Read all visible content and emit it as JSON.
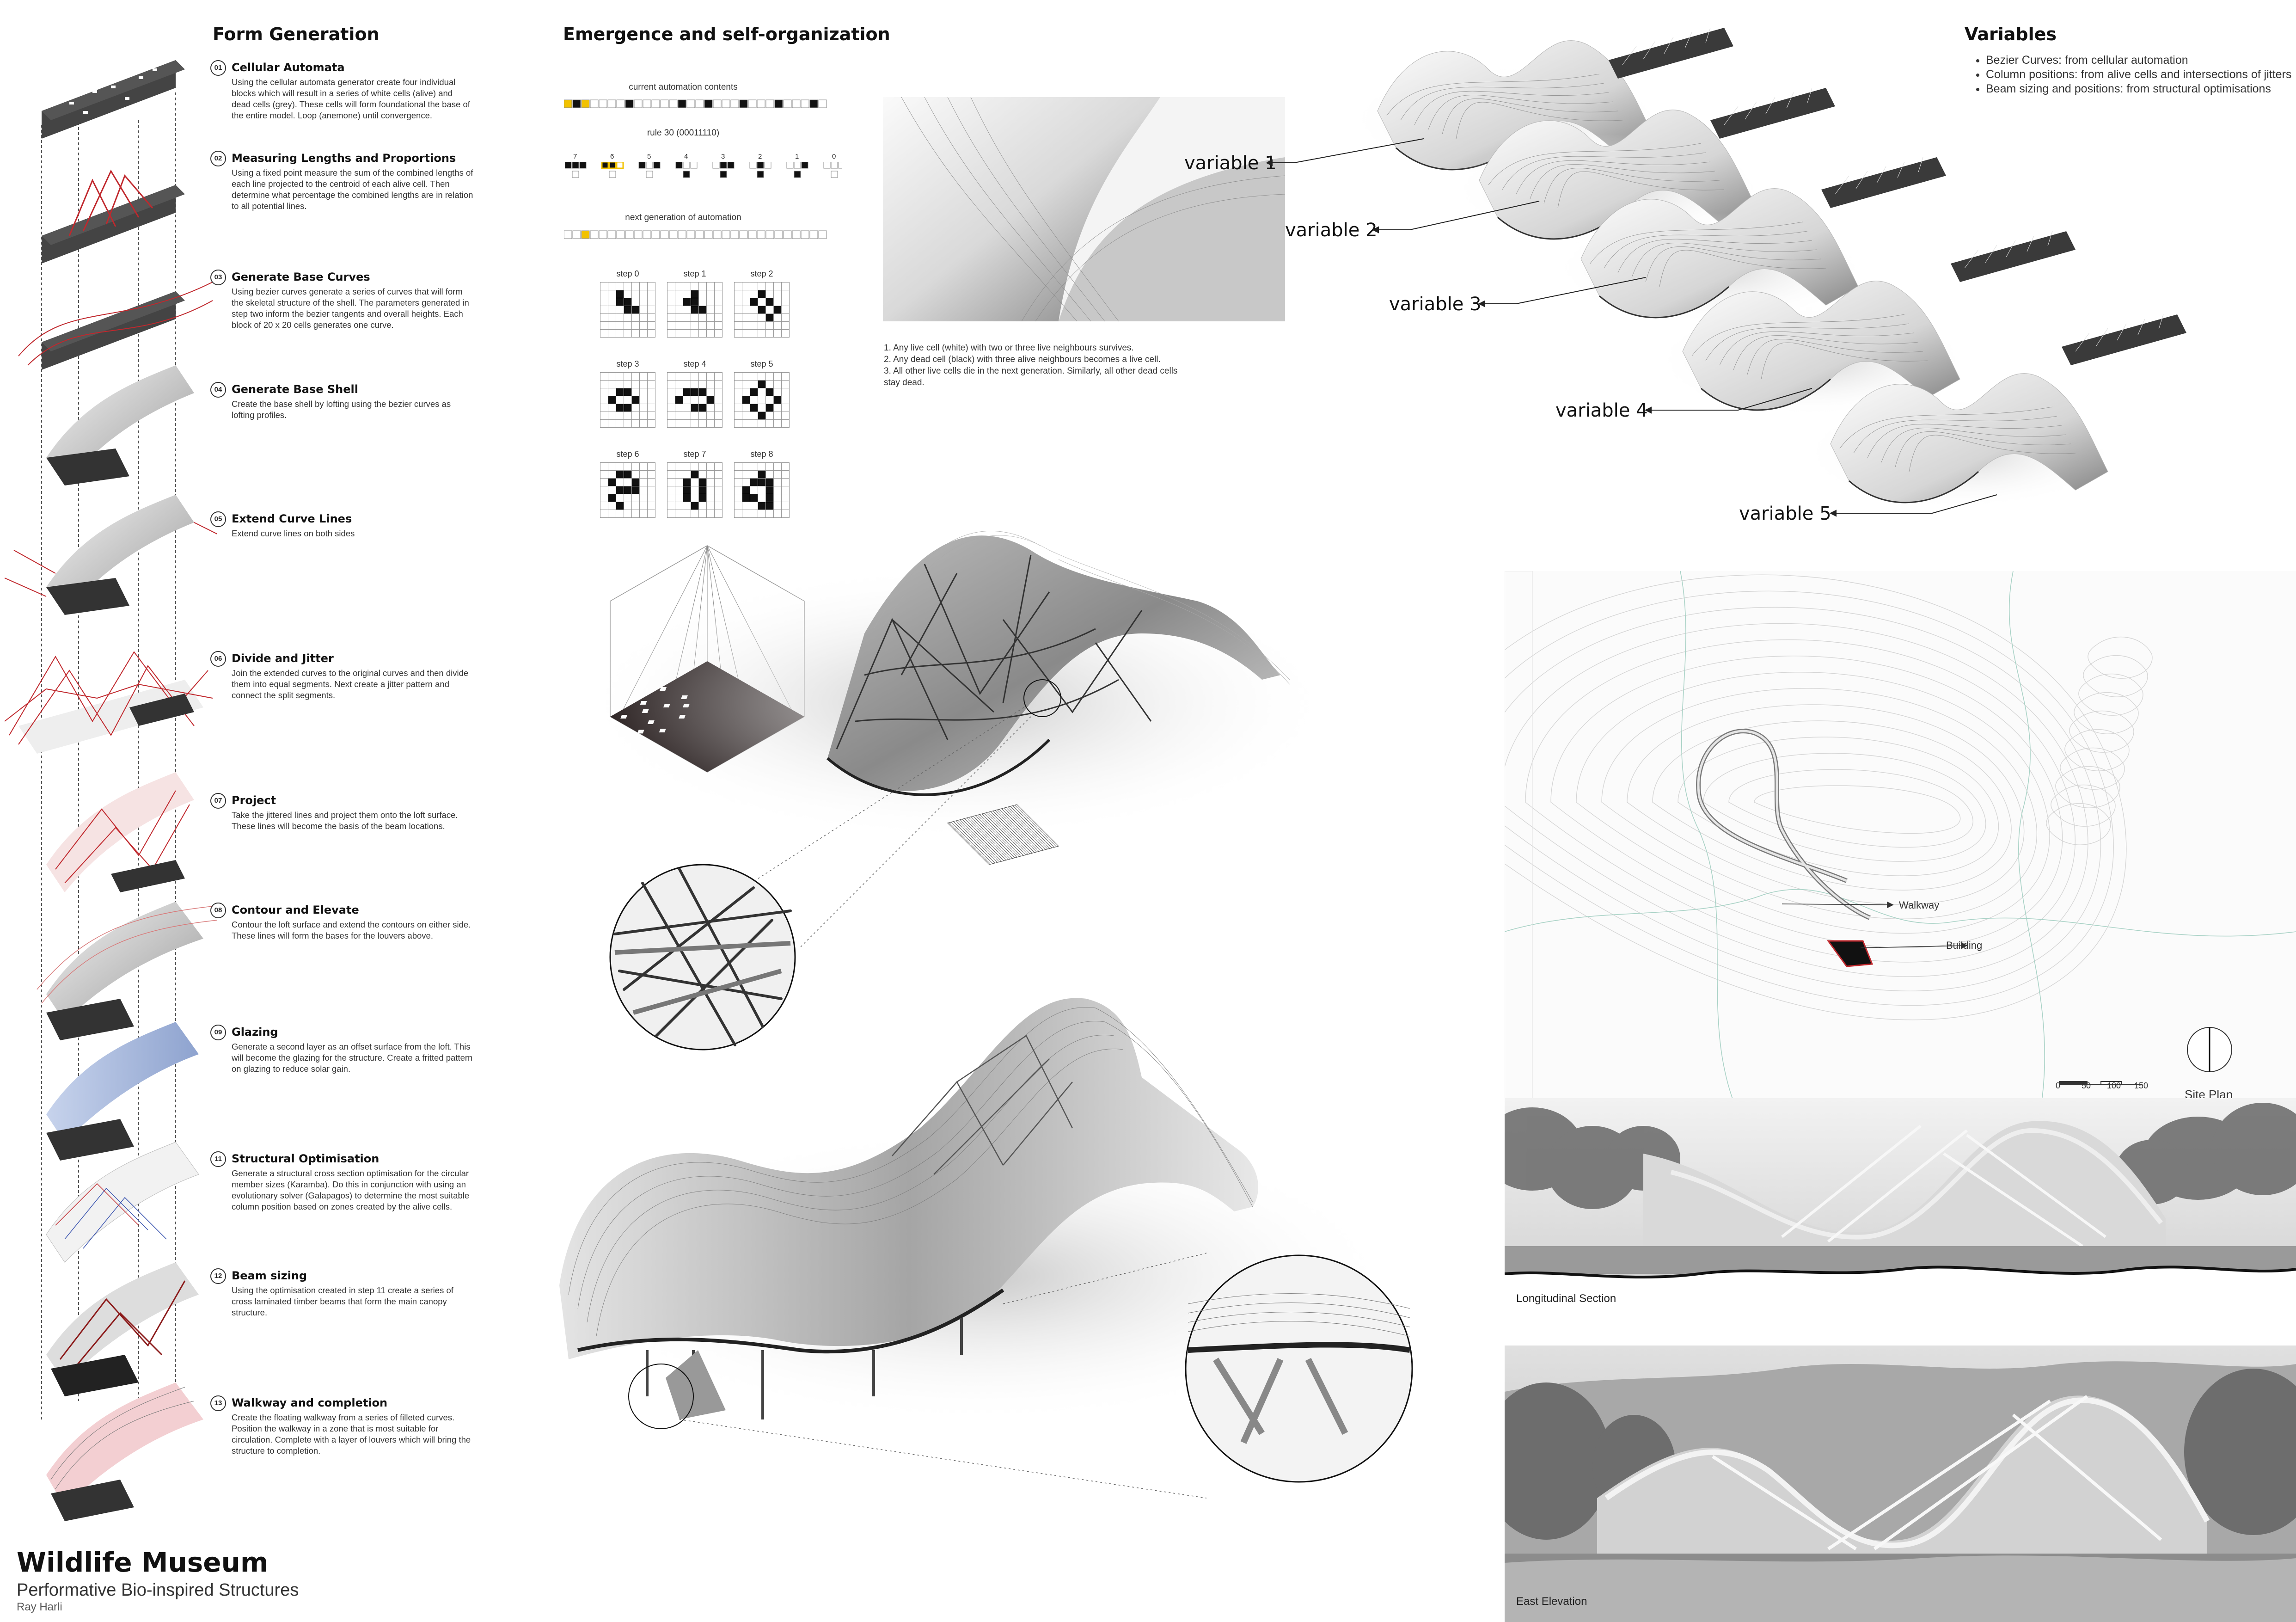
{
  "form_generation": {
    "heading": "Form Generation",
    "steps": [
      {
        "num": "01",
        "title": "Cellular Automata",
        "desc": "Using the cellular automata generator create four individual blocks which will result in a series of white cells (alive) and dead cells (grey). These cells will form foundational the base of the entire model. Loop (anemone) until convergence."
      },
      {
        "num": "02",
        "title": "Measuring Lengths and Proportions",
        "desc": "Using a fixed point measure the sum of the combined lengths of each line projected to the centroid of each alive cell. Then determine what percentage the combined lengths are in relation to all potential lines."
      },
      {
        "num": "03",
        "title": "Generate Base Curves",
        "desc": "Using bezier curves generate a series of curves that will form the skeletal structure of the shell. The parameters generated in step two inform the bezier tangents and overall heights. Each block of 20 x 20 cells generates one curve."
      },
      {
        "num": "04",
        "title": "Generate Base Shell",
        "desc": "Create the base shell by lofting using the bezier curves as lofting profiles."
      },
      {
        "num": "05",
        "title": "Extend Curve Lines",
        "desc": "Extend curve lines on both sides"
      },
      {
        "num": "06",
        "title": "Divide and Jitter",
        "desc": "Join the extended curves to the original curves and then divide them into equal segments. Next create a jitter pattern and connect the split segments."
      },
      {
        "num": "07",
        "title": "Project",
        "desc": "Take the jittered lines and project them onto the loft surface. These lines will become the basis of the beam locations."
      },
      {
        "num": "08",
        "title": "Contour and Elevate",
        "desc": "Contour the loft surface and extend the contours on either side. These lines will form the bases for the louvers above."
      },
      {
        "num": "09",
        "title": "Glazing",
        "desc": "Generate a second layer as an offset surface from the loft. This will become the glazing for the structure. Create a fritted pattern on glazing to reduce solar gain."
      },
      {
        "num": "11",
        "title": "Structural Optimisation",
        "desc": "Generate a structural cross section optimisation for the circular member sizes (Karamba). Do this in conjunction with using an evolutionary solver (Galapagos) to determine the most suitable column position based on zones created by the alive cells."
      },
      {
        "num": "12",
        "title": "Beam sizing",
        "desc": "Using the optimisation created in step 11 create a series of cross laminated timber beams that form the main canopy structure."
      },
      {
        "num": "13",
        "title": "Walkway and completion",
        "desc": "Create the floating walkway from a series of filleted curves. Position the walkway in a zone that is most suitable for circulation. Complete with a layer of louvers which will bring the structure to completion."
      }
    ]
  },
  "emergence": {
    "heading": "Emergence and self-organization",
    "current_label": "current automation contents",
    "rule_label": "rule 30 (00011110)",
    "rule_nums": [
      "7",
      "6",
      "5",
      "4",
      "3",
      "2",
      "1",
      "0"
    ],
    "next_label": "next generation of automation",
    "steps": [
      "step 0",
      "step 1",
      "step 2",
      "step 3",
      "step 4",
      "step 5",
      "step 6",
      "step 7",
      "step 8"
    ],
    "rules": [
      "1. Any live cell (white) with two or three live neighbours survives.",
      "2. Any dead cell (black) with three alive neighbours becomes a live cell.",
      "3. All other live cells die in the next generation. Similarly, all other dead cells stay dead."
    ]
  },
  "variables": {
    "heading": "Variables",
    "bullets": [
      "Bezier Curves: from cellular automation",
      "Column positions: from alive cells and intersections of jitters",
      "Beam sizing and positions: from structural optimisations"
    ],
    "labels": [
      "variable 1",
      "variable 2",
      "variable 3",
      "variable 4",
      "variable 5"
    ]
  },
  "site": {
    "walkway": "Walkway",
    "building": "Building",
    "scale": [
      "0",
      "50",
      "100",
      "150"
    ],
    "title": "Site Plan"
  },
  "captions": {
    "section": "Longitudinal Section",
    "elevation": "East Elevation"
  },
  "title_block": {
    "title": "Wildlife Museum",
    "subtitle": "Performative Bio-inspired Structures",
    "author": "Ray Harli"
  }
}
